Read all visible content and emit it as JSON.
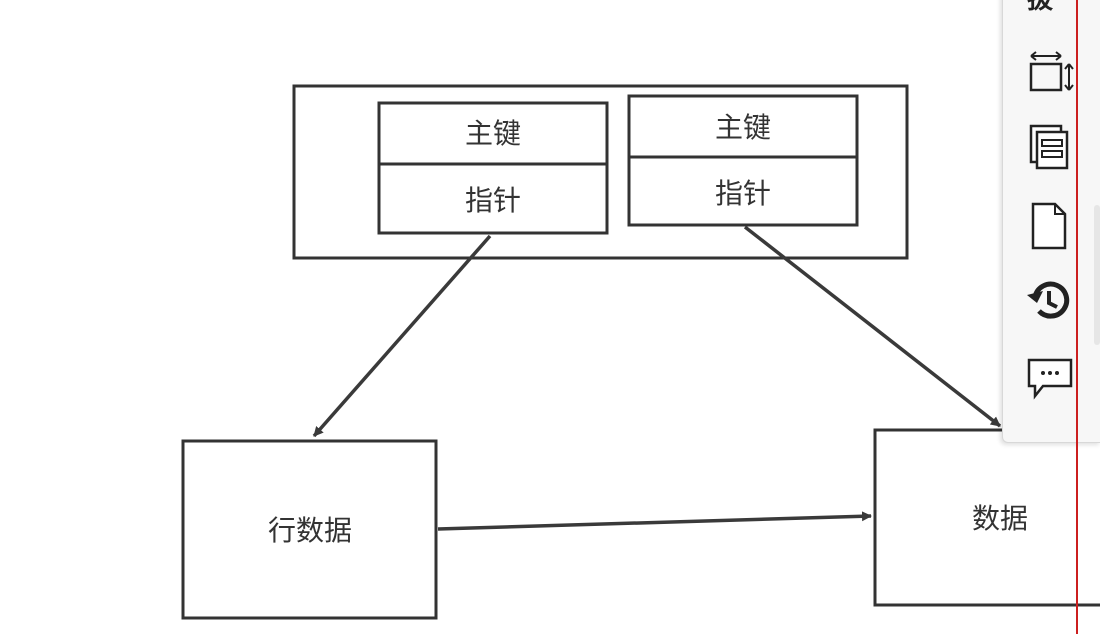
{
  "diagram": {
    "nodes": {
      "key1": "主键",
      "pointer1": "指针",
      "key2": "主键",
      "pointer2": "指针",
      "row_data": "行数据",
      "data": "数据"
    }
  },
  "toolbar": {
    "tools": [
      {
        "icon": "format-icon"
      },
      {
        "icon": "resize-icon"
      },
      {
        "icon": "pages-icon"
      },
      {
        "icon": "document-icon"
      },
      {
        "icon": "history-icon"
      },
      {
        "icon": "comment-icon"
      }
    ],
    "accent": "#cc1f1f"
  }
}
